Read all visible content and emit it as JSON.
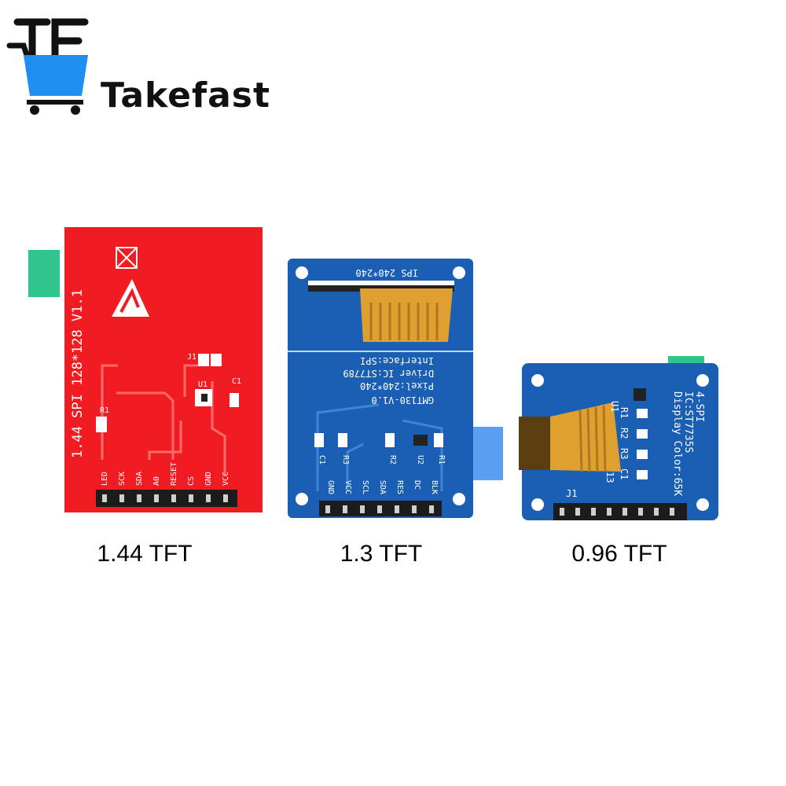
{
  "brand": {
    "logo_letters": "TF",
    "name": "Takefast"
  },
  "boards": [
    {
      "caption": "1.44 TFT",
      "color": "#f01c22",
      "silkscreen": "1.44   SPI 128*128 V1.1",
      "refs": [
        "R1",
        "J1",
        "U1",
        "C1"
      ],
      "pins": [
        "LED",
        "SCK",
        "SDA",
        "A0",
        "RESET",
        "CS",
        "GND",
        "VCC"
      ]
    },
    {
      "caption": "1.3 TFT",
      "color": "#1b5fb4",
      "top_label": "IPS 240*240",
      "info_lines": [
        "Interface:SPI",
        "Driver IC:ST7789",
        "Pixel:240*240",
        "GMT130-V1.0"
      ],
      "refs": [
        "C1",
        "R3",
        "R2",
        "U2",
        "R1"
      ],
      "pins": [
        "GND",
        "VCC",
        "SCL",
        "SDA",
        "RES",
        "DC",
        "BLK"
      ]
    },
    {
      "caption": "0.96 TFT",
      "color": "#1b5fb4",
      "info_lines": [
        "4-SPI",
        "IC:ST7735S",
        "Display Color:65K"
      ],
      "refs": [
        "U1",
        "R1",
        "R2",
        "R3",
        "C1",
        "J1",
        "13"
      ]
    }
  ]
}
